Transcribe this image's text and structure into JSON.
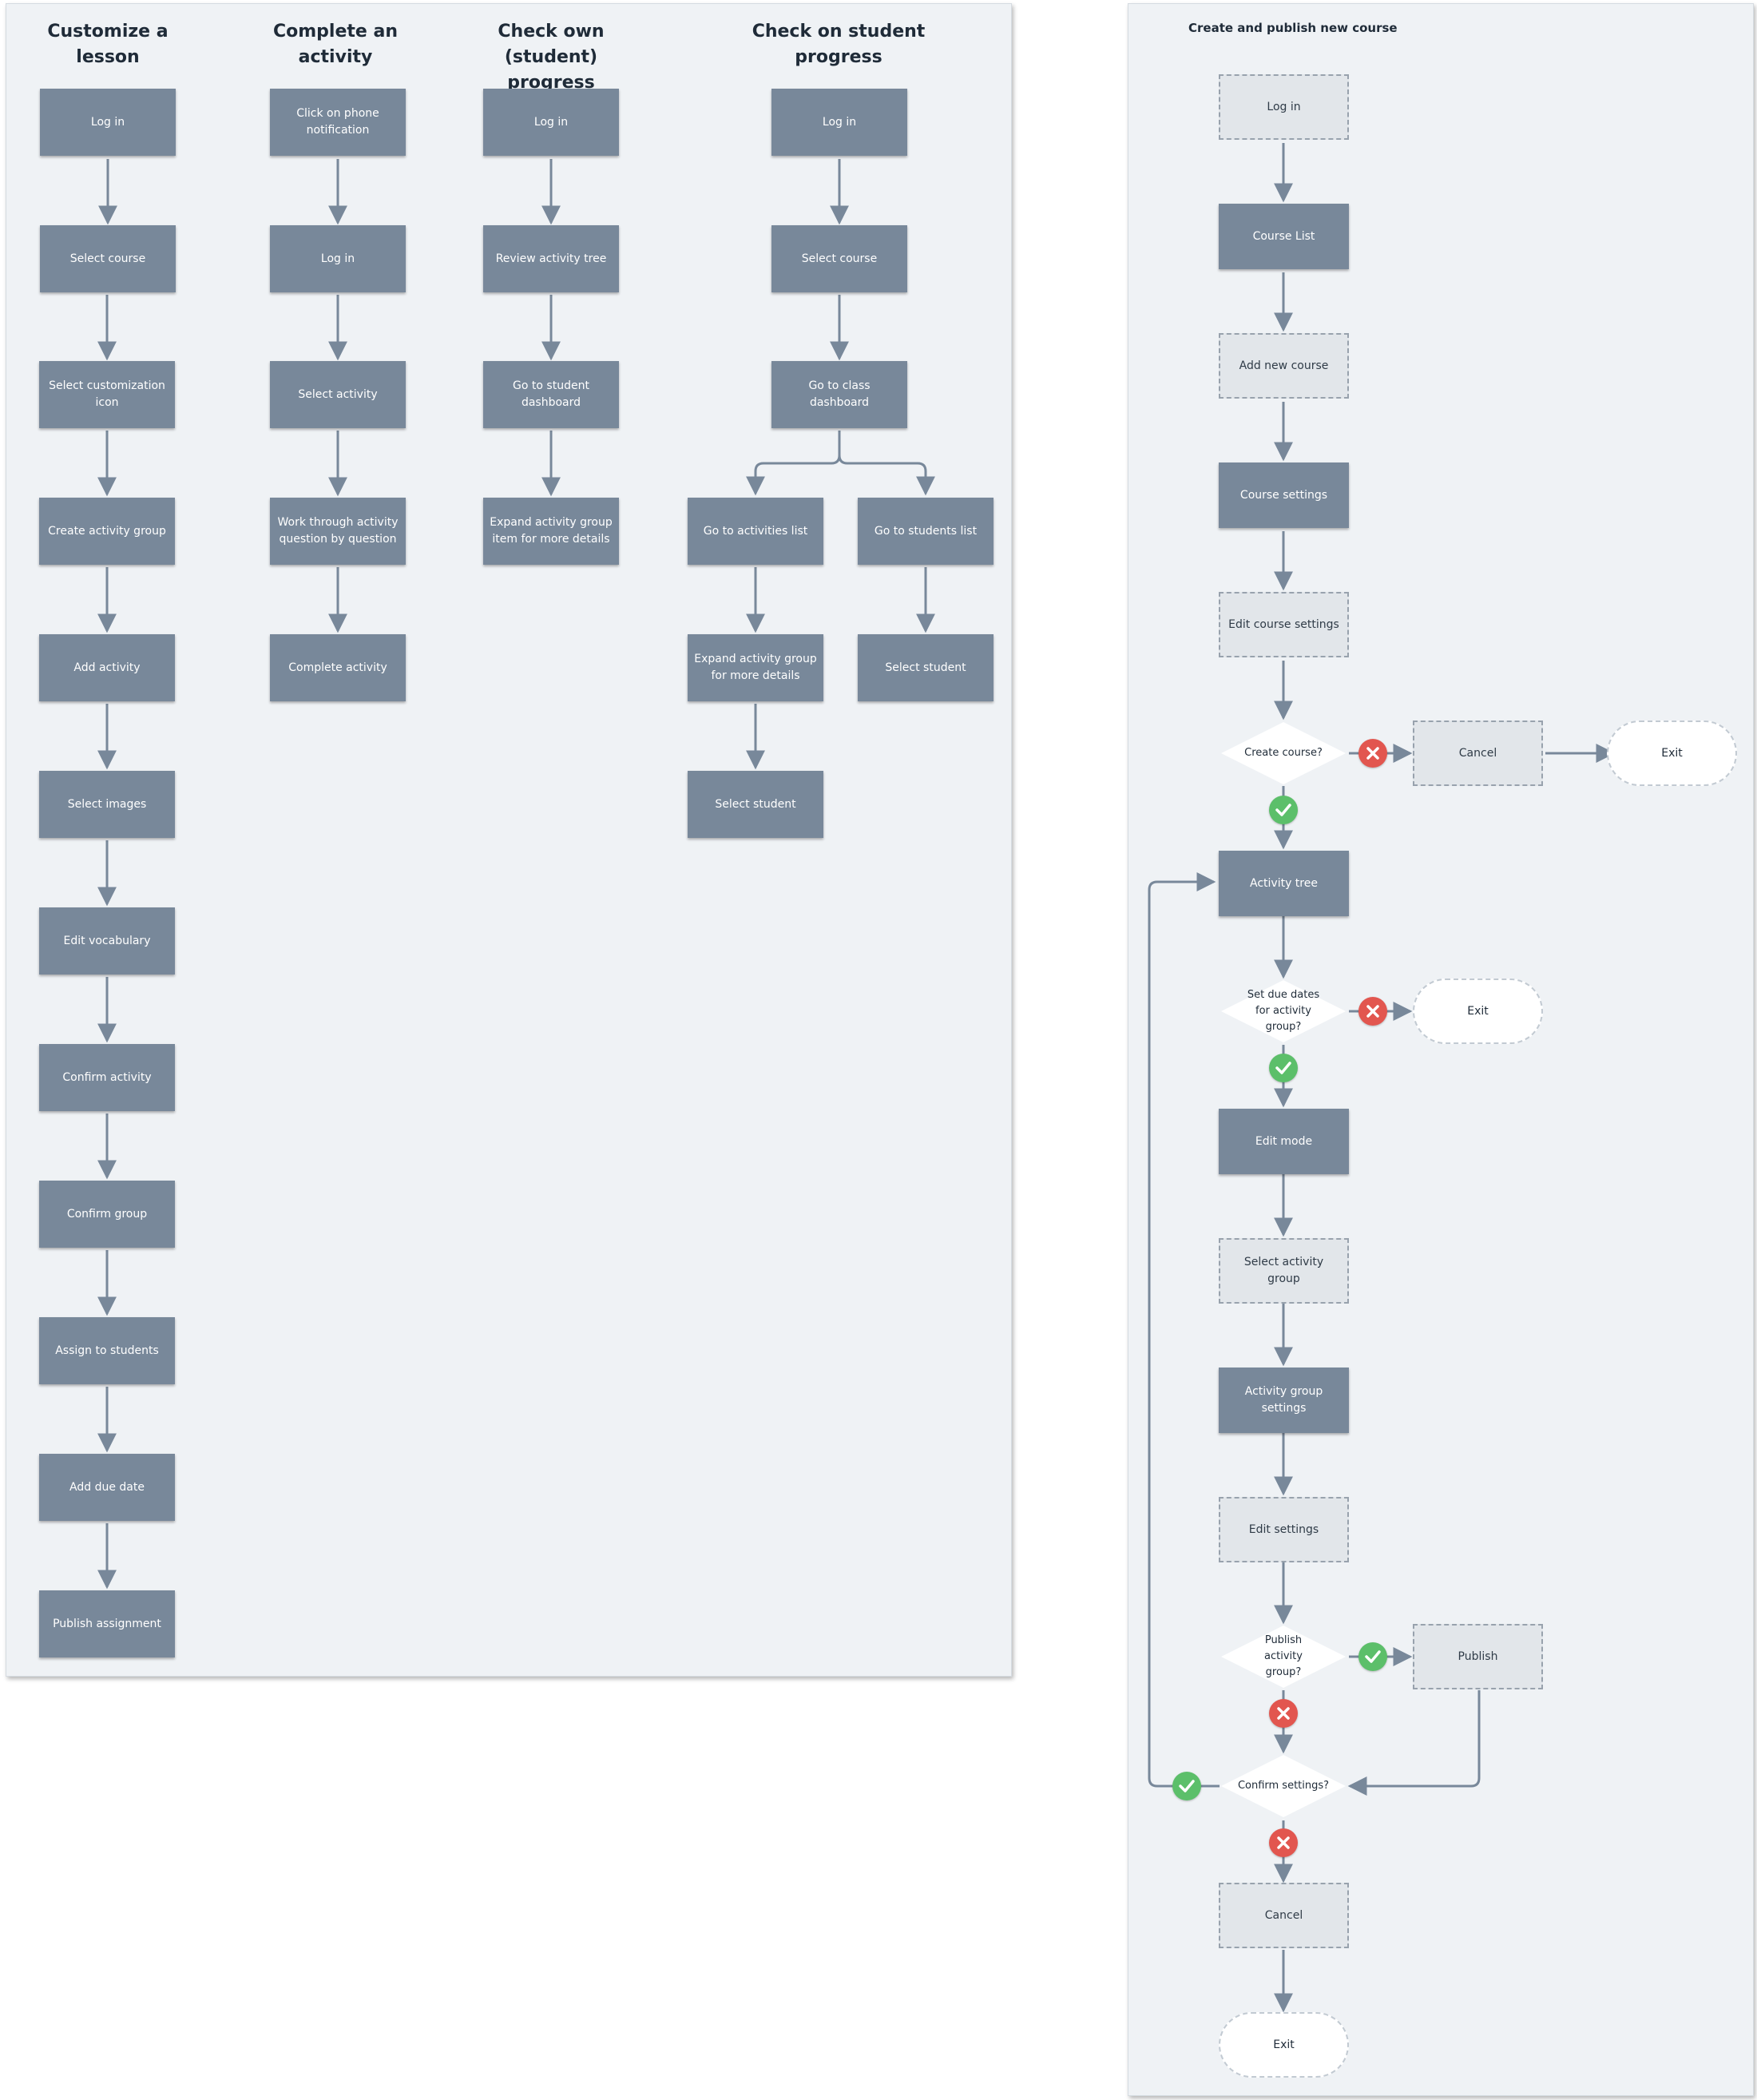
{
  "left_panel": {
    "columns": [
      {
        "title": "Customize a lesson",
        "steps": [
          "Log in",
          "Select course",
          "Select customization icon",
          "Create activity group",
          "Add activity",
          "Select images",
          "Edit vocabulary",
          "Confirm activity",
          "Confirm group",
          "Assign to students",
          "Add due date",
          "Publish assignment"
        ]
      },
      {
        "title": "Complete an activity",
        "steps": [
          "Click on phone notification",
          "Log in",
          "Select activity",
          "Work through activity question by question",
          "Complete activity"
        ]
      },
      {
        "title": "Check own (student) progress",
        "steps": [
          "Log in",
          "Review activity tree",
          "Go to student dashboard",
          "Expand activity group item for more details"
        ]
      },
      {
        "title": "Check on student progress",
        "steps": [
          "Log in",
          "Select course",
          "Go to class dashboard"
        ],
        "branch_left": [
          "Go to activities list",
          "Expand activity group for more details",
          "Select student"
        ],
        "branch_right": [
          "Go to students list",
          "Select student"
        ]
      }
    ]
  },
  "right_panel": {
    "title": "Create and publish new course",
    "nodes": {
      "login": "Log in",
      "course_list": "Course List",
      "add_new_course": "Add new course",
      "course_settings": "Course settings",
      "edit_course_settings": "Edit course settings",
      "create_course_q": "Create course?",
      "cancel_1": "Cancel",
      "exit_1": "Exit",
      "activity_tree": "Activity tree",
      "set_due_dates_q": "Set due dates for activity group?",
      "exit_2": "Exit",
      "edit_mode": "Edit mode",
      "select_activity_group": "Select activity group",
      "activity_group_settings": "Activity group settings",
      "edit_settings": "Edit settings",
      "publish_q": "Publish activity group?",
      "publish": "Publish",
      "confirm_settings_q": "Confirm settings?",
      "cancel_2": "Cancel",
      "exit_3": "Exit"
    }
  },
  "colors": {
    "panel_bg": "#eff2f5",
    "box_fill": "#78889a",
    "dashed_box_fill": "#e2e6ea",
    "connector": "#78889a",
    "yes_badge": "#5cbf6a",
    "no_badge": "#e2564f",
    "title_text": "#1f2b38"
  }
}
